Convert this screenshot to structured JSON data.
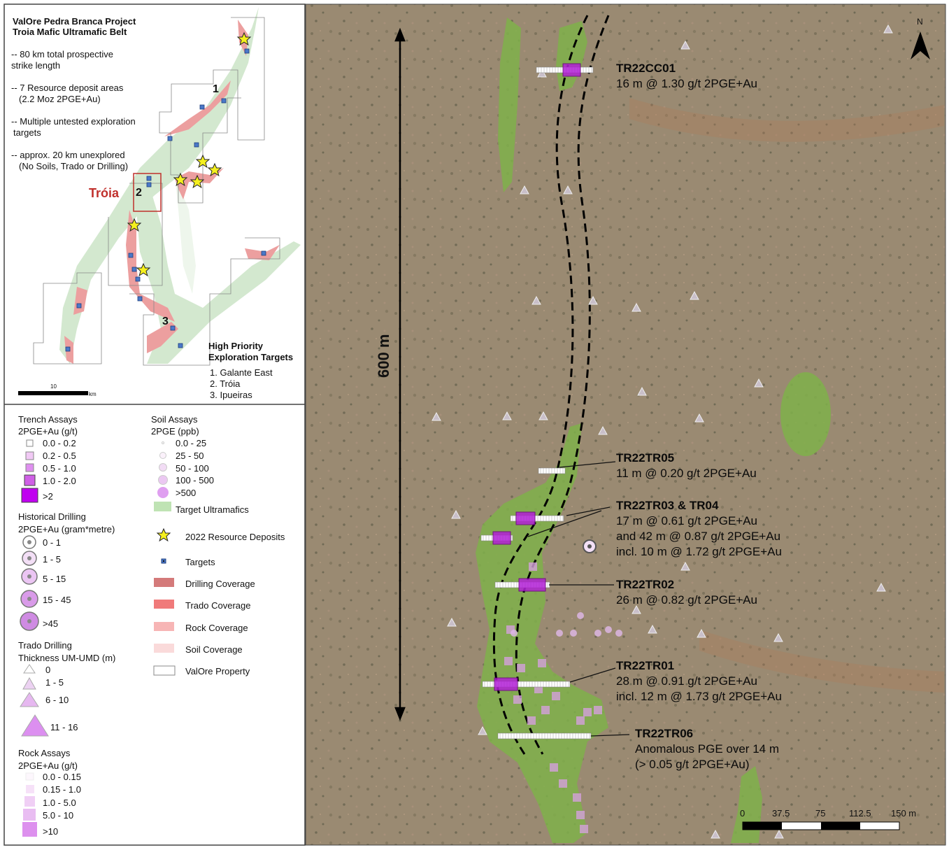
{
  "inset": {
    "title_lines": [
      "ValOre Pedra Branca Project",
      "Troia Mafic Ultramafic Belt"
    ],
    "bullets": [
      [
        "-- 80 km total prospective",
        "strike length"
      ],
      [
        "-- 7 Resource deposit areas",
        "(2.2 Moz 2PGE+Au)"
      ],
      [
        "-- Multiple untested exploration",
        "targets"
      ],
      [
        "-- approx. 20 km unexplored",
        "(No Soils, Trado or Drilling)"
      ]
    ],
    "troia_label": "Tróia",
    "target_numbers": [
      "1",
      "2",
      "3"
    ],
    "priority_title": [
      "High Priority",
      "Exploration Targets"
    ],
    "priority_list": [
      "1. Galante East",
      "2. Tróia",
      "3. Ipueiras"
    ],
    "scale_value": "10",
    "scale_unit": "km",
    "colors": {
      "ultramafic": "#cfe6cc",
      "coverage": "#e99a9a",
      "star": "#f5f01e",
      "target": "#4a78c8"
    }
  },
  "legend": {
    "trench": {
      "title": [
        "Trench Assays",
        "2PGE+Au (g/t)"
      ],
      "items": [
        "0.0 - 0.2",
        "0.2 - 0.5",
        "0.5 - 1.0",
        "1.0 - 2.0",
        ">2"
      ]
    },
    "hist_drilling": {
      "title": [
        "Historical Drilling",
        "2PGE+Au (gram*metre)"
      ],
      "items": [
        "0 - 1",
        "1 - 5",
        "5 - 15",
        "15 - 45",
        ">45"
      ]
    },
    "trado": {
      "title": [
        "Trado Drilling",
        "Thickness UM-UMD (m)"
      ],
      "items": [
        "0",
        "1 - 5",
        "6 - 10",
        "11 - 16"
      ]
    },
    "rock": {
      "title": [
        "Rock Assays",
        "2PGE+Au (g/t)"
      ],
      "items": [
        "0.0 - 0.15",
        "0.15 - 1.0",
        "1.0 - 5.0",
        "5.0 - 10",
        ">10"
      ]
    },
    "soil": {
      "title": [
        "Soil Assays",
        "2PGE (ppb)"
      ],
      "items": [
        "0.0 - 25",
        "25 - 50",
        "50 - 100",
        "100 - 500",
        ">500"
      ]
    },
    "features": [
      "Target Ultramafics",
      "2022 Resource Deposits",
      "Targets",
      "Drilling Coverage",
      "Trado Coverage",
      "Rock Coverage",
      "Soil Coverage",
      "ValOre Property"
    ],
    "feature_colors": [
      "#bfe3b4",
      "#f5f01e",
      "#4a78c8",
      "#d47a7a",
      "#f07a7a",
      "#f7b5b5",
      "#fadada",
      "#ffffff"
    ]
  },
  "map": {
    "distance_label": "600 m",
    "north_label": "N",
    "scale_labels": [
      "0",
      "37.5",
      "75",
      "112.5",
      "150 m"
    ],
    "callouts": [
      {
        "name": "TR22CC01",
        "lines": [
          "16 m @ 1.30 g/t 2PGE+Au"
        ]
      },
      {
        "name": "TR22TR05",
        "lines": [
          "11 m @ 0.20 g/t 2PGE+Au"
        ]
      },
      {
        "name": "TR22TR03 & TR04",
        "lines": [
          "17 m @ 0.61 g/t 2PGE+Au",
          "and 42 m @ 0.87 g/t 2PGE+Au",
          "incl. 10 m @ 1.72 g/t 2PGE+Au"
        ]
      },
      {
        "name": "TR22TR02",
        "lines": [
          "26 m @ 0.82 g/t 2PGE+Au"
        ]
      },
      {
        "name": "TR22TR01",
        "lines": [
          "28 m @ 0.91 g/t 2PGE+Au",
          "incl. 12 m @ 1.73 g/t 2PGE+Au"
        ]
      },
      {
        "name": "TR22TR06",
        "lines": [
          "Anomalous PGE over 14 m",
          "(> 0.05 g/t 2PGE+Au)"
        ]
      }
    ],
    "colors": {
      "ground": "#9c8b72",
      "ultramafic": "#7fb04a",
      "trench_high": "#b21fd6"
    }
  }
}
